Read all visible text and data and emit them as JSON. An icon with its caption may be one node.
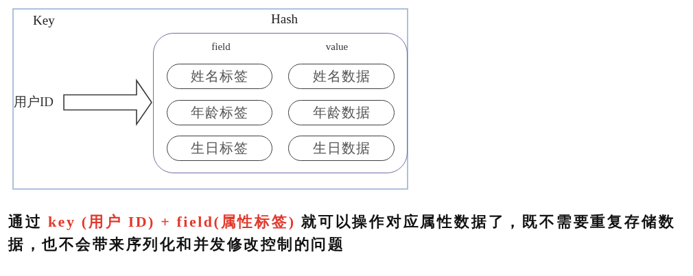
{
  "diagram": {
    "caption": "通过 **key (用户 ID) + field(属性标签)** 就可以操作对应属性数据了，既不需要重复存储数据，也不会带来序列化和并发修改控制的问题",
    "nodes": [
      {
        "text": [
          "Key"
        ]
      },
      {
        "text": [
          "用户ID"
        ],
        "in": 0
      },
      {
        "text": [
          "Hash",
          "field",
          "value"
        ],
        "in": 0
      },
      {
        "text": [
          "姓名标签"
        ],
        "in": 2
      },
      {
        "text": [
          "姓名数据"
        ],
        "in": 2
      },
      {
        "text": [
          "年龄标签"
        ],
        "in": 2
      },
      {
        "text": [
          "年龄数据"
        ],
        "in": 2
      },
      {
        "text": [
          "生日标签"
        ],
        "in": 2
      },
      {
        "text": [
          "生日数据"
        ],
        "in": 2
      }
    ],
    "edges": [
      {
        "from": 1,
        "to": 2,
        "arrow": "to"
      }
    ]
  }
}
